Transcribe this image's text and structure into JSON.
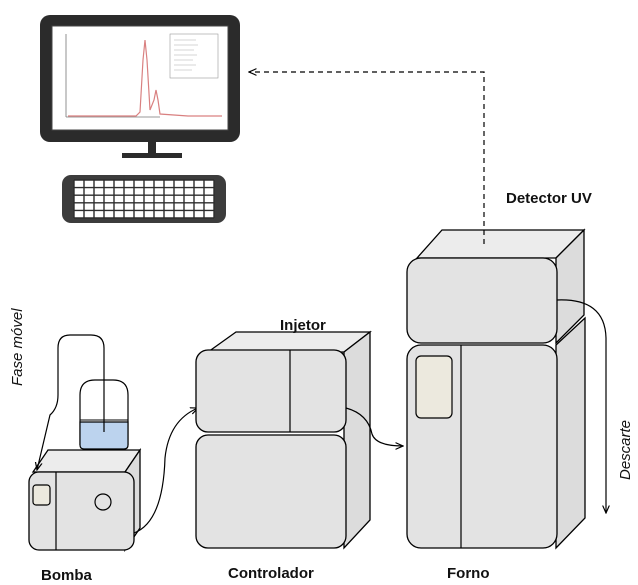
{
  "labels": {
    "bomba": "Bomba",
    "controlador": "Controlador",
    "forno": "Forno",
    "injetor": "Injetor",
    "detector": "Detector UV",
    "fase_movel": "Fase móvel",
    "descarte": "Descarte"
  },
  "colors": {
    "box_fill": "#e3e3e3",
    "outline": "#000000",
    "solvent": "#bcd3ee",
    "chrom_peak": "#d98080",
    "panel": "#ece9de"
  },
  "icons": {
    "monitor": "monitor-icon",
    "keyboard": "keyboard-icon",
    "pump": "pump-icon",
    "injector": "injector-icon",
    "oven": "oven-icon",
    "detector": "detector-icon"
  }
}
